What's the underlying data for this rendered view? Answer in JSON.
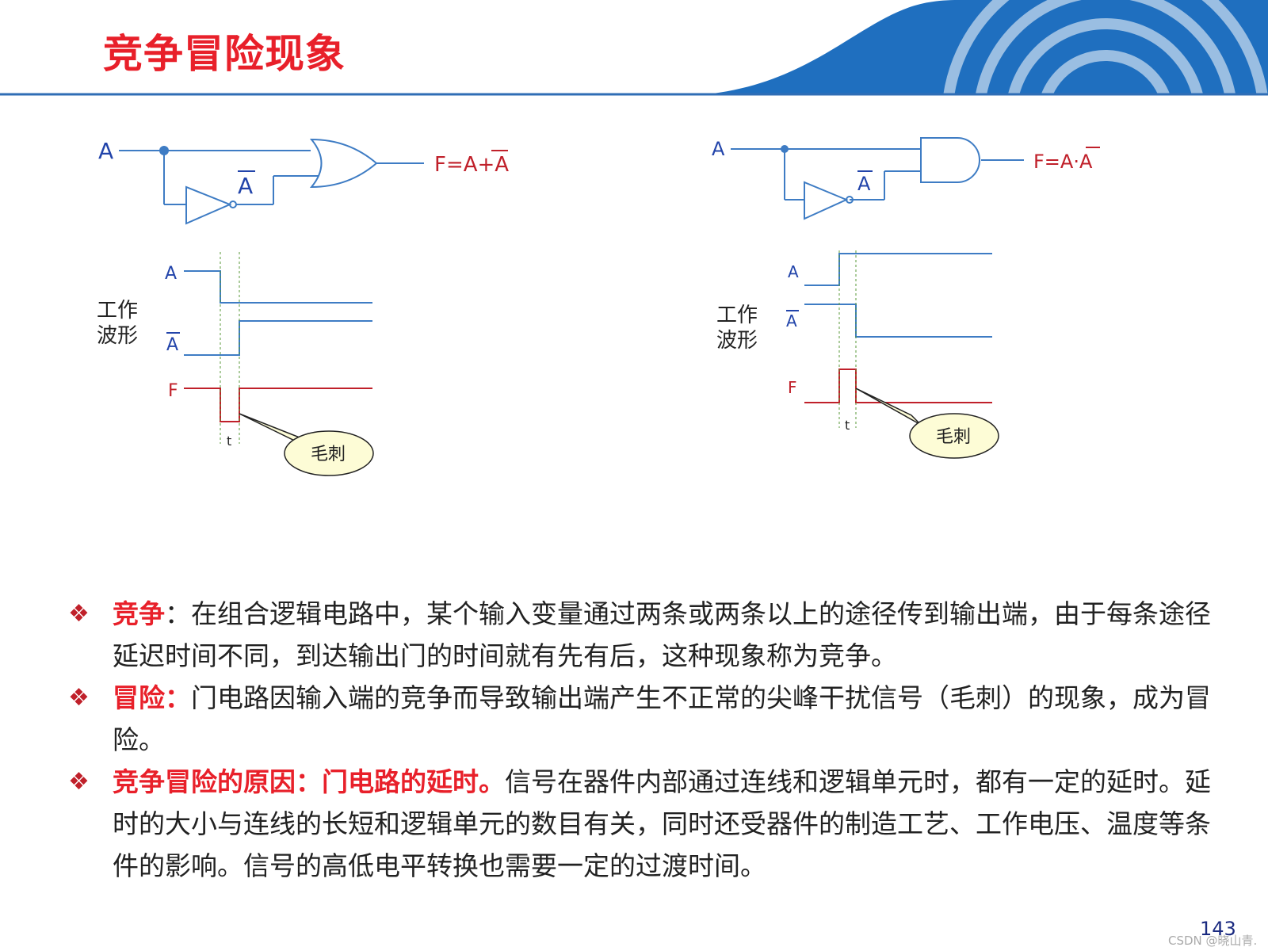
{
  "slide": {
    "title": "竞争冒险现象",
    "page_number": "143",
    "watermark": "CSDN @晓山青."
  },
  "colors": {
    "title_red": "#e8202a",
    "wire_blue": "#3e7cc4",
    "label_blue": "#2244aa",
    "signal_red": "#c0202a",
    "header_line": "#2f6db5",
    "callout_fill": "#fdfcd6"
  },
  "left_diagram": {
    "input_label": "A",
    "inverted_label": "A",
    "output_label": "F=A+A",
    "gate": "or-gate",
    "waveform_caption_line1": "工作",
    "waveform_caption_line2": "波形",
    "signal_a": "A",
    "signal_a_bar": "A",
    "signal_f": "F",
    "delay_label": "t",
    "glitch_label": "毛刺"
  },
  "right_diagram": {
    "input_label": "A",
    "inverted_label": "A",
    "output_label": "F=A·A",
    "gate": "and-gate",
    "waveform_caption_line1": "工作",
    "waveform_caption_line2": "波形",
    "signal_a": "A",
    "signal_a_bar": "A",
    "signal_f": "F",
    "delay_label": "t",
    "glitch_label": "毛刺"
  },
  "bullets": [
    {
      "keyword": "竞争",
      "text": "：在组合逻辑电路中，某个输入变量通过两条或两条以上的途径传到输出端，由于每条途径延迟时间不同，到达输出门的时间就有先有后，这种现象称为竞争。"
    },
    {
      "keyword": "冒险：",
      "text": "门电路因输入端的竞争而导致输出端产生不正常的尖峰干扰信号（毛刺）的现象，成为冒险。"
    },
    {
      "keyword": "竞争冒险的原因：门电路的延时。",
      "text": "信号在器件内部通过连线和逻辑单元时，都有一定的延时。延时的大小与连线的长短和逻辑单元的数目有关，同时还受器件的制造工艺、工作电压、温度等条件的影响。信号的高低电平转换也需要一定的过渡时间。"
    }
  ]
}
